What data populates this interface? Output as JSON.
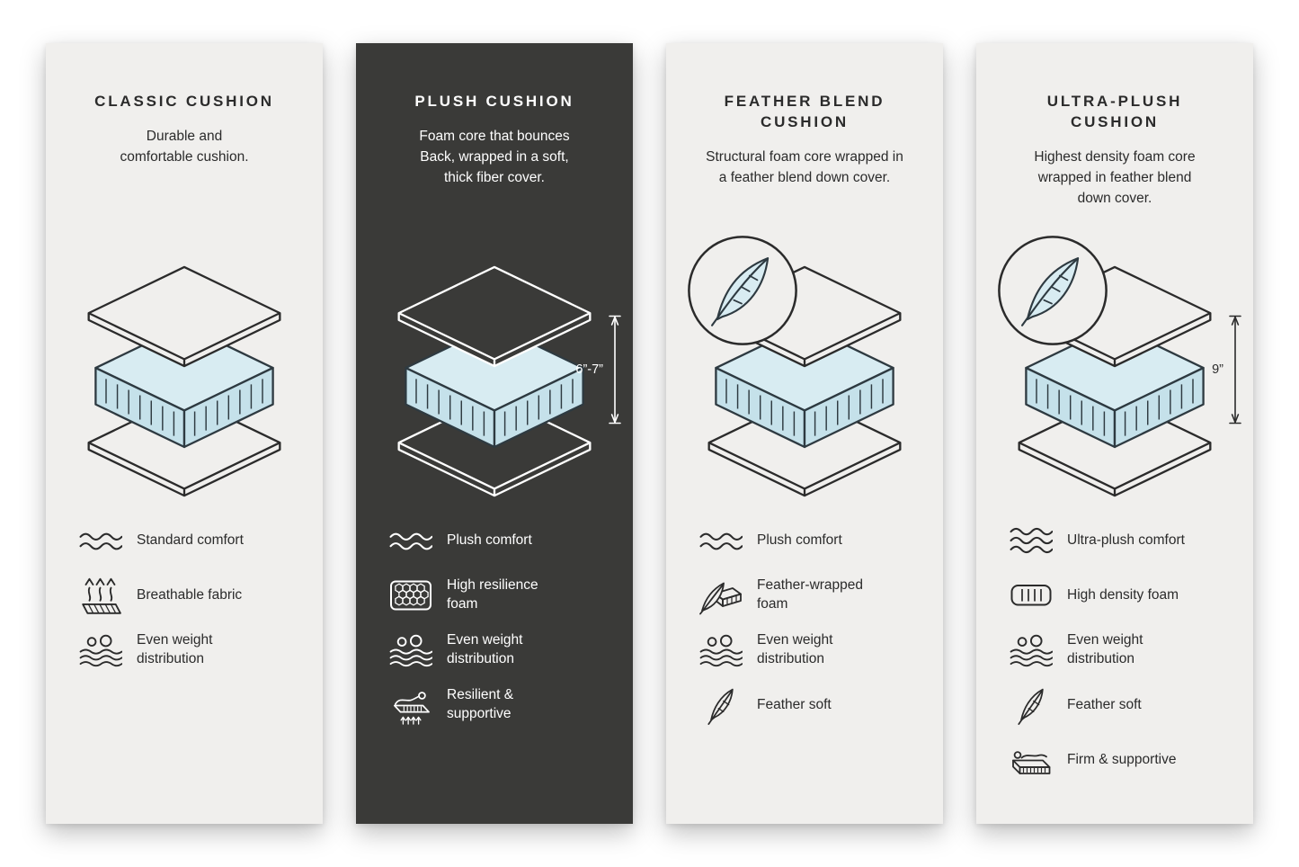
{
  "board": {
    "panels": [
      {
        "id": "classic",
        "theme": "light",
        "title": "CLASSIC CUSHION",
        "description": "Durable and\ncomfortable cushion.",
        "badge": null,
        "measurement": null,
        "features": [
          {
            "icon": "waves-2-icon",
            "label": "Standard comfort"
          },
          {
            "icon": "breathable-fabric-icon",
            "label": "Breathable fabric"
          },
          {
            "icon": "even-weight-icon",
            "label": "Even weight\ndistribution"
          }
        ]
      },
      {
        "id": "plush",
        "theme": "dark",
        "title": "PLUSH CUSHION",
        "description": "Foam core that bounces\nBack, wrapped in a soft,\nthick fiber cover.",
        "badge": null,
        "measurement": {
          "label": "6”-7”"
        },
        "features": [
          {
            "icon": "waves-2-icon",
            "label": "Plush comfort"
          },
          {
            "icon": "honeycomb-foam-icon",
            "label": "High resilience\nfoam"
          },
          {
            "icon": "even-weight-icon",
            "label": "Even weight\ndistribution"
          },
          {
            "icon": "resilient-supportive-icon",
            "label": "Resilient &\nsupportive"
          }
        ]
      },
      {
        "id": "feather-blend",
        "theme": "light",
        "title": "FEATHER BLEND\nCUSHION",
        "description": "Structural foam core wrapped in\na feather blend down cover.",
        "badge": {
          "icon": "feather-badge-icon"
        },
        "measurement": null,
        "features": [
          {
            "icon": "waves-2-icon",
            "label": "Plush comfort"
          },
          {
            "icon": "feather-wrapped-foam-icon",
            "label": "Feather-wrapped\nfoam"
          },
          {
            "icon": "even-weight-icon",
            "label": "Even weight\ndistribution"
          },
          {
            "icon": "feather-icon",
            "label": "Feather soft"
          }
        ]
      },
      {
        "id": "ultra-plush",
        "theme": "light",
        "title": "ULTRA-PLUSH\nCUSHION",
        "description": "Highest density foam core\nwrapped in feather blend\ndown cover.",
        "badge": {
          "icon": "feather-badge-icon"
        },
        "measurement": {
          "label": "9”"
        },
        "features": [
          {
            "icon": "waves-3-icon",
            "label": "Ultra-plush comfort"
          },
          {
            "icon": "high-density-foam-icon",
            "label": "High density foam"
          },
          {
            "icon": "even-weight-icon",
            "label": "Even weight\ndistribution"
          },
          {
            "icon": "feather-icon",
            "label": "Feather soft"
          },
          {
            "icon": "firm-supportive-icon",
            "label": "Firm & supportive"
          }
        ]
      }
    ],
    "colors": {
      "page_background": "#ffffff",
      "panel_light": "#f0efed",
      "panel_dark": "#3a3a38",
      "text_dark": "#2b2b2b",
      "text_on_dark": "#ffffff",
      "foam_blue_top": "#d8ecf2",
      "foam_blue_side": "#c5e1ea"
    }
  }
}
